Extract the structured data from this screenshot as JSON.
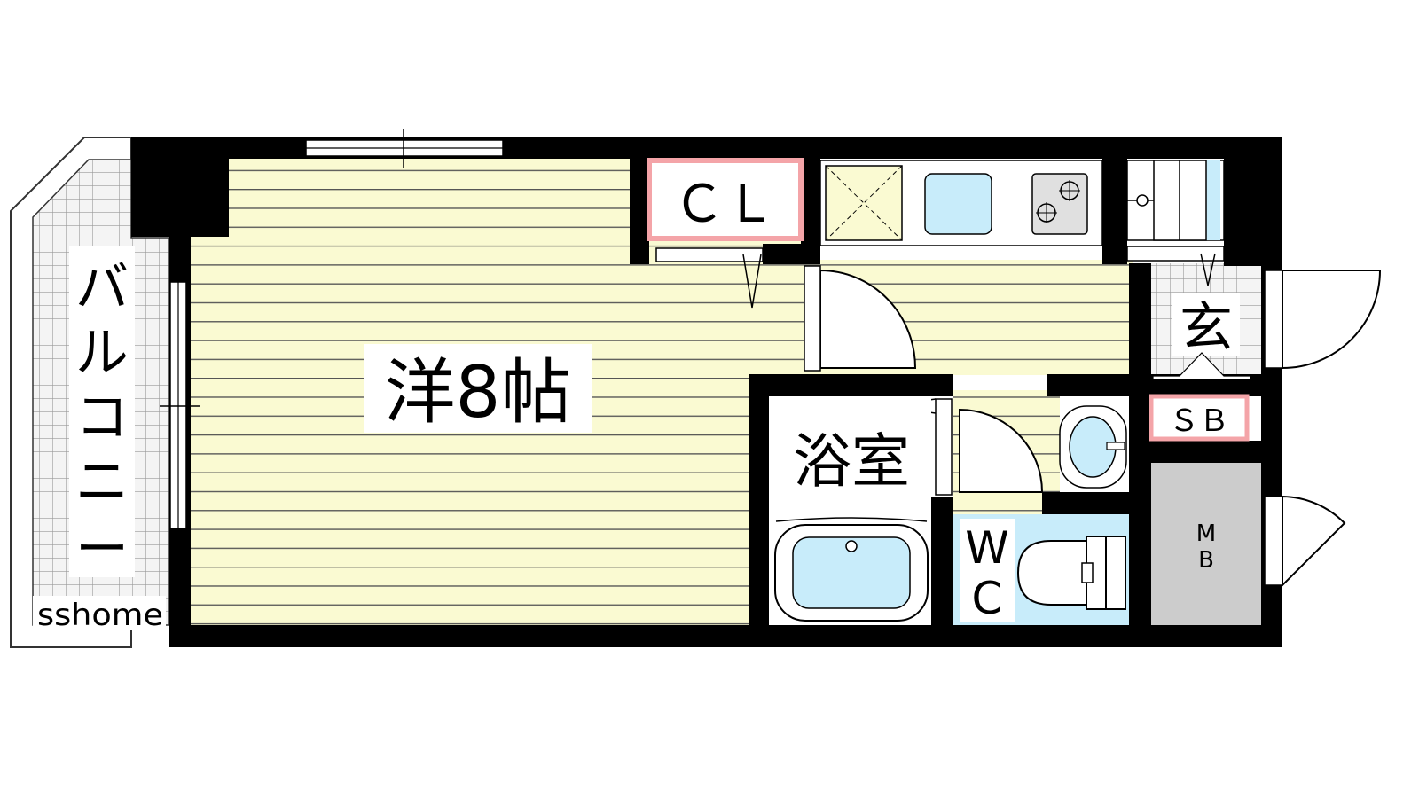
{
  "floor_plan": {
    "rooms": {
      "western_room": "洋8帖",
      "closet": "ＣＬ",
      "bathroom": "浴室",
      "toilet_w": "W",
      "toilet_c": "C",
      "entrance": "玄",
      "shoe_box": "ＳＢ",
      "meter_box_m": "M",
      "meter_box_b": "B"
    },
    "balcony": [
      "バ",
      "ル",
      "コ",
      "ニ",
      "ー"
    ],
    "watermark": "sshome"
  },
  "colors": {
    "floor": "#fafad2",
    "floor_lines": "#555555",
    "wall": "#000000",
    "label_border": "#f4a4a8",
    "fixture_blue": "#c8ecfa",
    "meter_gray": "#cccccc",
    "balcony_grid": "#c8c8c8"
  }
}
